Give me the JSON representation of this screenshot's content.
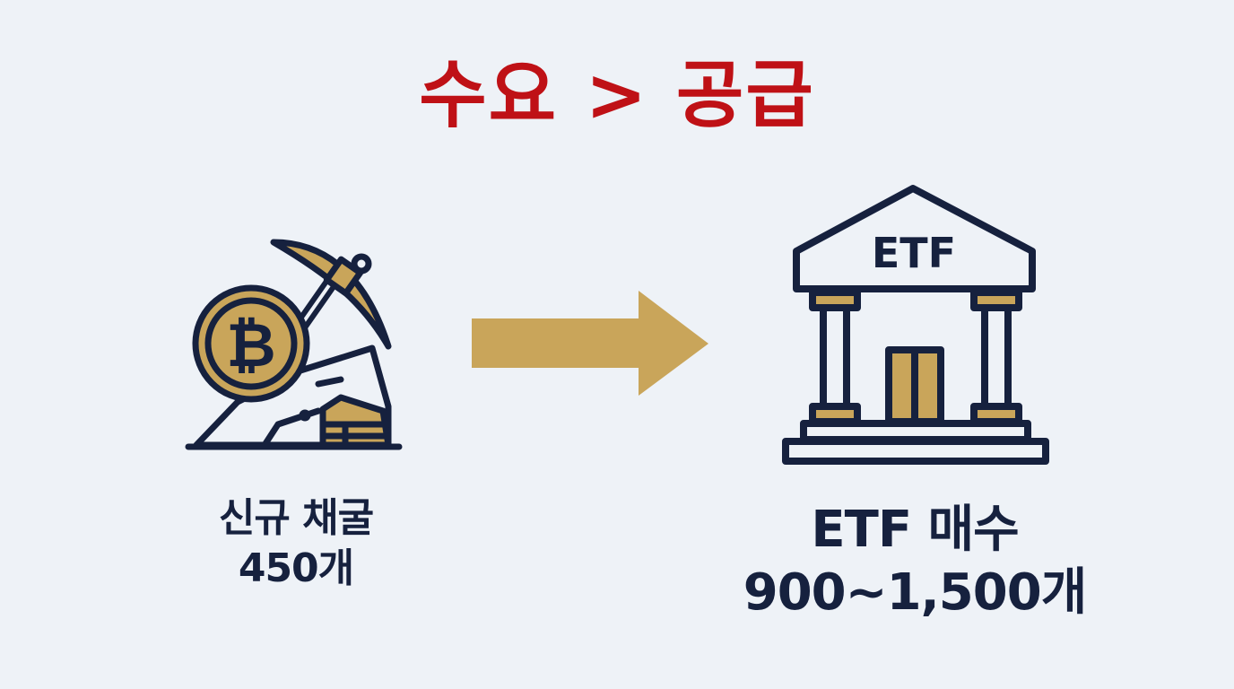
{
  "title": {
    "text": "수요 > 공급",
    "color": "#bf1116"
  },
  "supply": {
    "icon": "bitcoin-mining-icon",
    "line1": "신규 채굴",
    "line2": "450개"
  },
  "arrow": {
    "icon": "arrow-right-icon",
    "color": "#c9a55a"
  },
  "demand": {
    "icon": "etf-bank-building-icon",
    "building_text": "ETF",
    "line1": "ETF 매수",
    "line2": "900~1,500개"
  },
  "colors": {
    "background": "#eef2f7",
    "navy": "#16213e",
    "gold": "#c9a55a",
    "red": "#bf1116"
  }
}
